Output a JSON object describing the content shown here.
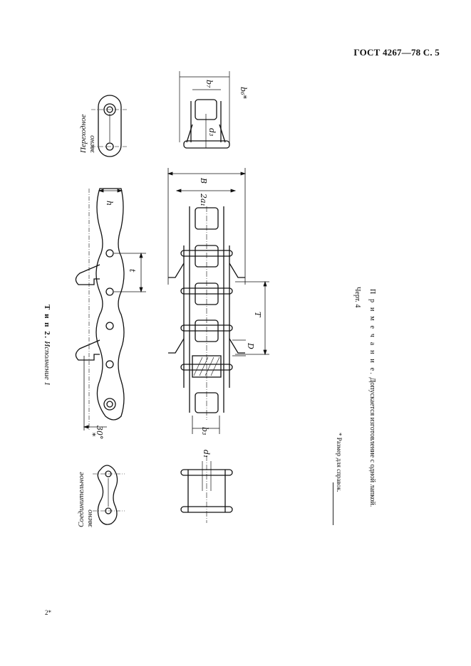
{
  "header": {
    "standard": "ГОСТ 4267—78 С. 5"
  },
  "type_title": {
    "type": "Т и п 2.",
    "version": "Исполнение 1"
  },
  "labels": {
    "transition_link_line1": "Переходное",
    "transition_link_line2": "звено",
    "connecting_link_line1": "Соединительное",
    "connecting_link_line2": "звено"
  },
  "dimensions": {
    "h": "h",
    "t": "t",
    "angle": "30°",
    "star": "*",
    "b7": "b₇",
    "b6": "b₆*",
    "d3": "d₃",
    "B": "B",
    "2a1": "2a₁",
    "T": "T",
    "D": "D",
    "b3": "b₃",
    "d1": "d₁"
  },
  "figure_label": "Черт. 4",
  "footnote": "* Размер для справок.",
  "note": {
    "prefix": "П р и м е ч а н и е.",
    "text": "Допускается изготовление с одной лапкой."
  },
  "page_number": "2*"
}
